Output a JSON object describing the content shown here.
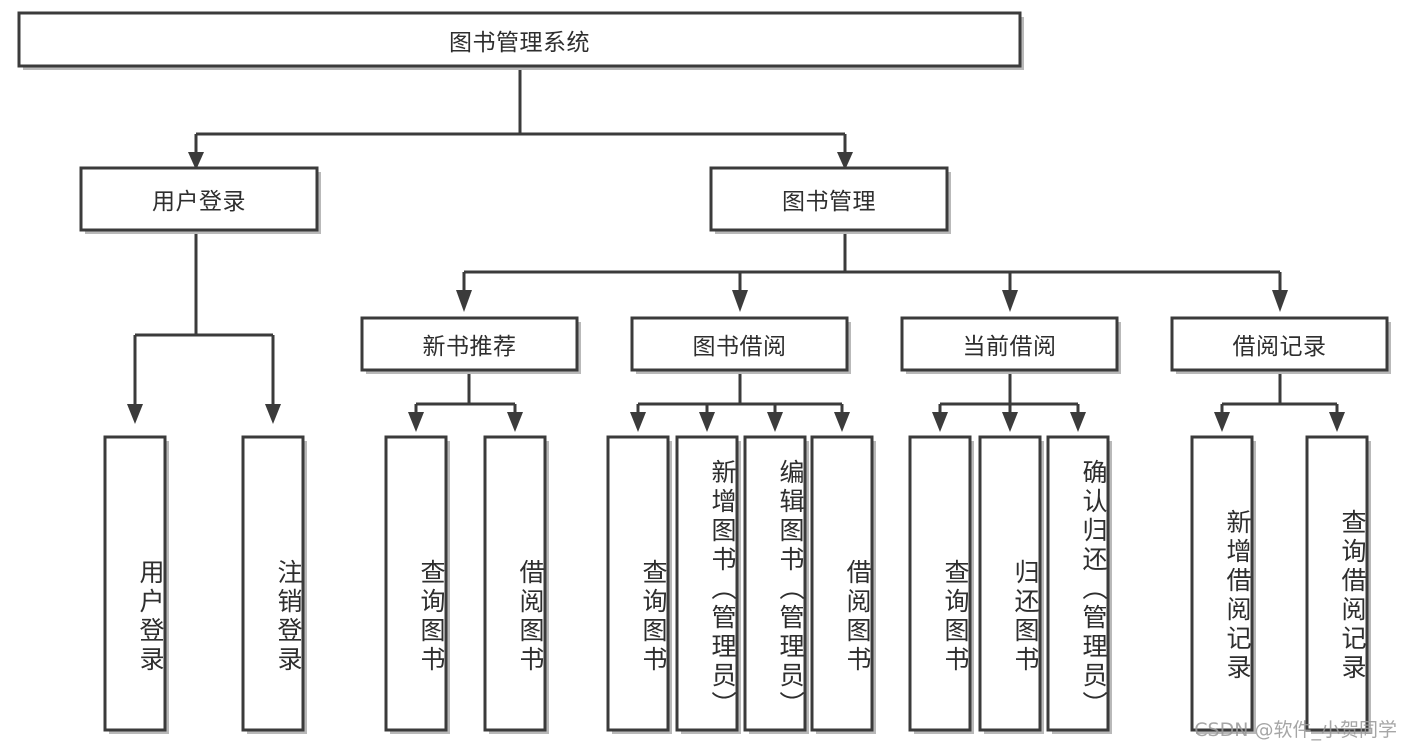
{
  "diagram": {
    "title": "图书管理系统",
    "type": "function-tree",
    "watermark": "CSDN @软件_小贺同学",
    "colors": {
      "box_stroke": "#3b3b3b",
      "box_fill": "#ffffff",
      "connector": "#3b3b3b",
      "text": "#2e2e2e",
      "background": "#ffffff",
      "watermark": "#9a9a9a"
    },
    "root": {
      "id": "root",
      "label": "图书管理系统"
    },
    "level2": [
      {
        "id": "user-login",
        "label": "用户登录"
      },
      {
        "id": "book-manage",
        "label": "图书管理"
      }
    ],
    "level3": [
      {
        "id": "new-book-recommend",
        "label": "新书推荐"
      },
      {
        "id": "book-borrow",
        "label": "图书借阅"
      },
      {
        "id": "current-borrow",
        "label": "当前借阅"
      },
      {
        "id": "borrow-record",
        "label": "借阅记录"
      }
    ],
    "leaves": [
      {
        "id": "leaf-user-login",
        "label": "用户登录",
        "parent": "user-login"
      },
      {
        "id": "leaf-user-logout",
        "label": "注销登录",
        "parent": "user-login"
      },
      {
        "id": "leaf-query-book-1",
        "label": "查询图书",
        "parent": "new-book-recommend"
      },
      {
        "id": "leaf-borrow-book-1",
        "label": "借阅图书",
        "parent": "new-book-recommend"
      },
      {
        "id": "leaf-query-book-2",
        "label": "查询图书",
        "parent": "book-borrow"
      },
      {
        "id": "leaf-add-book",
        "label": "新增图书（管理员）",
        "parent": "book-borrow"
      },
      {
        "id": "leaf-edit-book",
        "label": "编辑图书（管理员）",
        "parent": "book-borrow"
      },
      {
        "id": "leaf-borrow-book-2",
        "label": "借阅图书",
        "parent": "book-borrow"
      },
      {
        "id": "leaf-query-book-3",
        "label": "查询图书",
        "parent": "current-borrow"
      },
      {
        "id": "leaf-return-book",
        "label": "归还图书",
        "parent": "current-borrow"
      },
      {
        "id": "leaf-confirm-return",
        "label": "确认归还（管理员）",
        "parent": "current-borrow"
      },
      {
        "id": "leaf-add-record",
        "label": "新增借阅记录",
        "parent": "borrow-record"
      },
      {
        "id": "leaf-query-record",
        "label": "查询借阅记录",
        "parent": "borrow-record"
      }
    ]
  }
}
